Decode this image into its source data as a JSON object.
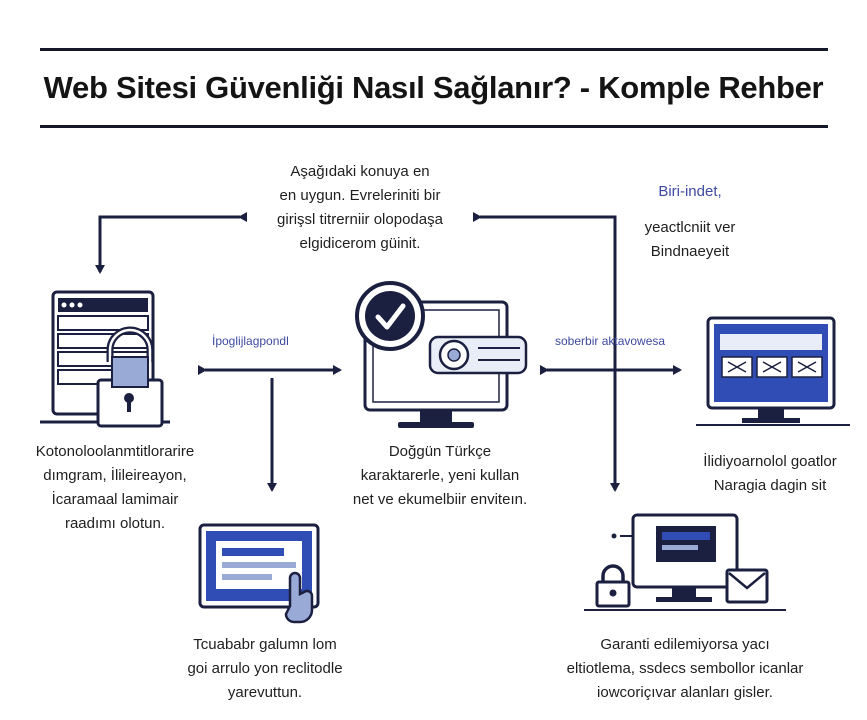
{
  "title": "Web Sitesi Güvenliği Nasıl Sağlanır? - Komple Rehber",
  "top_text": [
    "Aşağıdaki konuya en",
    "en uygun. Evreleriniti bir",
    "girişsl titrerniir olopodaşa",
    "elgidicerom güinit."
  ],
  "top_right_text": [
    "Biri-indet,",
    "yeactlcniit ver",
    "Bindnaeyeit"
  ],
  "label_left": "İpoglijlagpondl",
  "label_right": "soberbir aktavowesa",
  "left_text": [
    "Kotonoloolanmtitlorarire",
    "dımgram, İlileireayon,",
    "İcaramaal lamimair",
    "raadımı olotun."
  ],
  "center_text": [
    "Doğgün Türkçe",
    "karaktarerle, yeni kullan",
    "net ve ekumelbiir enviteın."
  ],
  "right_text": [
    "İlidiyoarnolol goatlor",
    "Naragia dagin sit"
  ],
  "bottom_left_text": [
    "Tcuababr galumn lom",
    "goi arrulo yon reclitodle",
    "yarevuttun."
  ],
  "bottom_right_text": [
    "Garanti edilemiyorsa yacı",
    "eltiotlema, ssdecs sembollor icanlar",
    "iowcoriçıvar alanları gisler."
  ],
  "colors": {
    "navy": "#1b2040",
    "accent": "#2f4db4",
    "light_blue": "#bcc9ec",
    "pale": "#e9edf7"
  },
  "icons": [
    "server-icon",
    "padlock-icon",
    "shield-check-icon",
    "monitor-icon",
    "camera-icon",
    "browser-window-icon",
    "browser-card-icon",
    "pointer-hand-icon",
    "laptop-icon",
    "envelope-icon",
    "small-padlock-icon"
  ]
}
